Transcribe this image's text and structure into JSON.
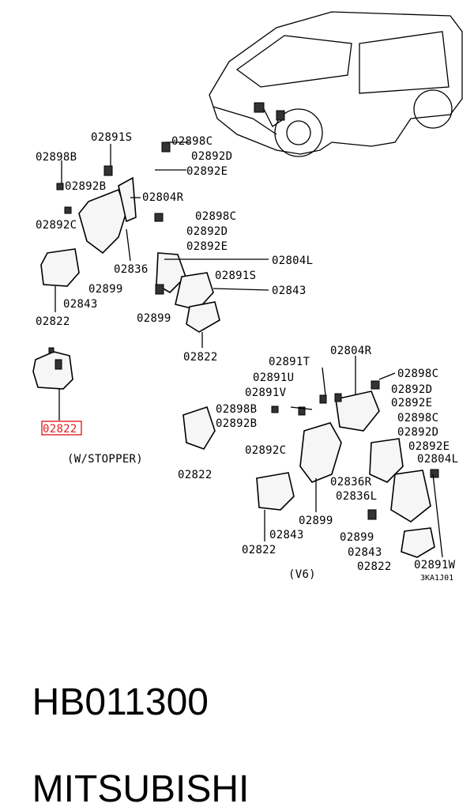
{
  "labels": {
    "l1": "02891S",
    "l2": "02898C",
    "l3": "02898B",
    "l4": "02892D",
    "l5": "02892E",
    "l6": "02892B",
    "l7": "02804R",
    "l8": "02892C",
    "l9": "02898C",
    "l10": "02892D",
    "l11": "02892E",
    "l12": "02836",
    "l13": "02804L",
    "l14": "02899",
    "l15": "02891S",
    "l16": "02843",
    "l17": "02843",
    "l18": "02822",
    "l19": "02899",
    "l20": "02822",
    "l21": "02822",
    "l22": "(W/STOPPER)",
    "r1": "02891T",
    "r2": "02804R",
    "r3": "02891U",
    "r4": "02898C",
    "r5": "02892D",
    "r6": "02891V",
    "r7": "02892E",
    "r8": "02898B",
    "r9": "02898C",
    "r10": "02892B",
    "r11": "02892D",
    "r12": "02892C",
    "r13": "02892E",
    "r14": "02804L",
    "r15": "02822",
    "r16": "02836R",
    "r17": "02836L",
    "r18": "02899",
    "r19": "02899",
    "r20": "02843",
    "r21": "02843",
    "r22": "02822",
    "r23": "02822",
    "r24": "02891W",
    "r25": "(V6)",
    "r26": "3KA1J01"
  },
  "highlight": {
    "color": "#e02020"
  },
  "footer": {
    "part_number": "HB011300",
    "brand": "MITSUBISHI"
  }
}
